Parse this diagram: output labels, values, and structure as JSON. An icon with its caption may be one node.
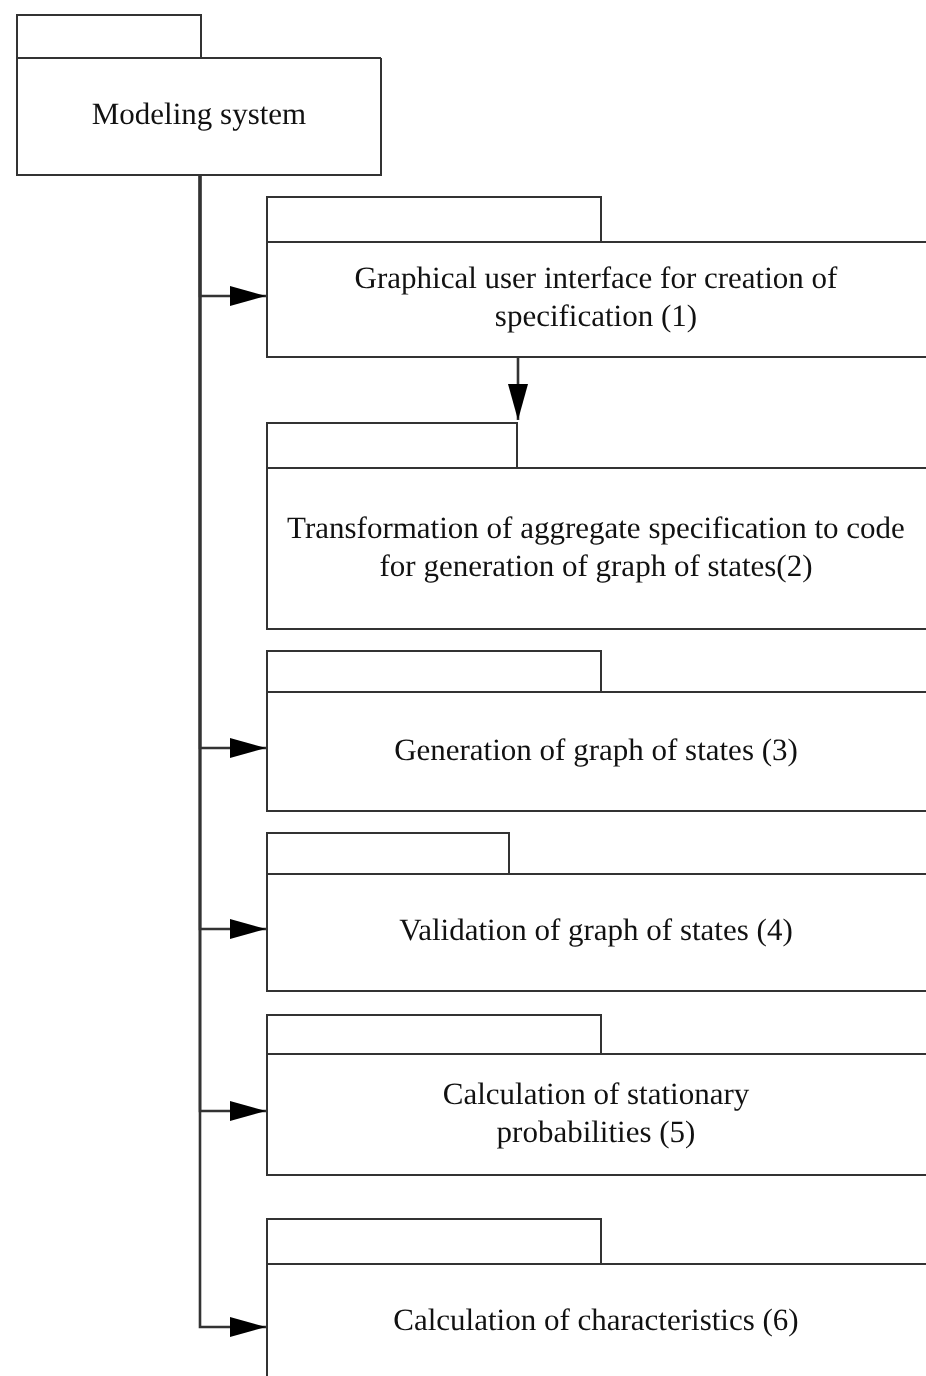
{
  "diagram": {
    "nodes": [
      {
        "text": [
          "Modeling system"
        ]
      },
      {
        "text": [
          "Graphical user interface for creation of specification (1)"
        ]
      },
      {
        "text": [
          "Transformation of aggregate specification to code for generation of graph of states(2)"
        ]
      },
      {
        "text": [
          "Generation of graph of states (3)"
        ]
      },
      {
        "text": [
          "Validation of graph of states (4)"
        ]
      },
      {
        "text": [
          "Calculation of stationary probabilities (5)"
        ]
      },
      {
        "text": [
          "Calculation of characteristics (6)"
        ]
      }
    ],
    "edges": [
      {
        "from": 0,
        "to": 1,
        "arrow": "to"
      },
      {
        "from": 1,
        "to": 2,
        "arrow": "to"
      },
      {
        "from": 0,
        "to": 3,
        "arrow": "to"
      },
      {
        "from": 0,
        "to": 4,
        "arrow": "to"
      },
      {
        "from": 0,
        "to": 5,
        "arrow": "to"
      },
      {
        "from": 0,
        "to": 6,
        "arrow": "to"
      }
    ]
  }
}
